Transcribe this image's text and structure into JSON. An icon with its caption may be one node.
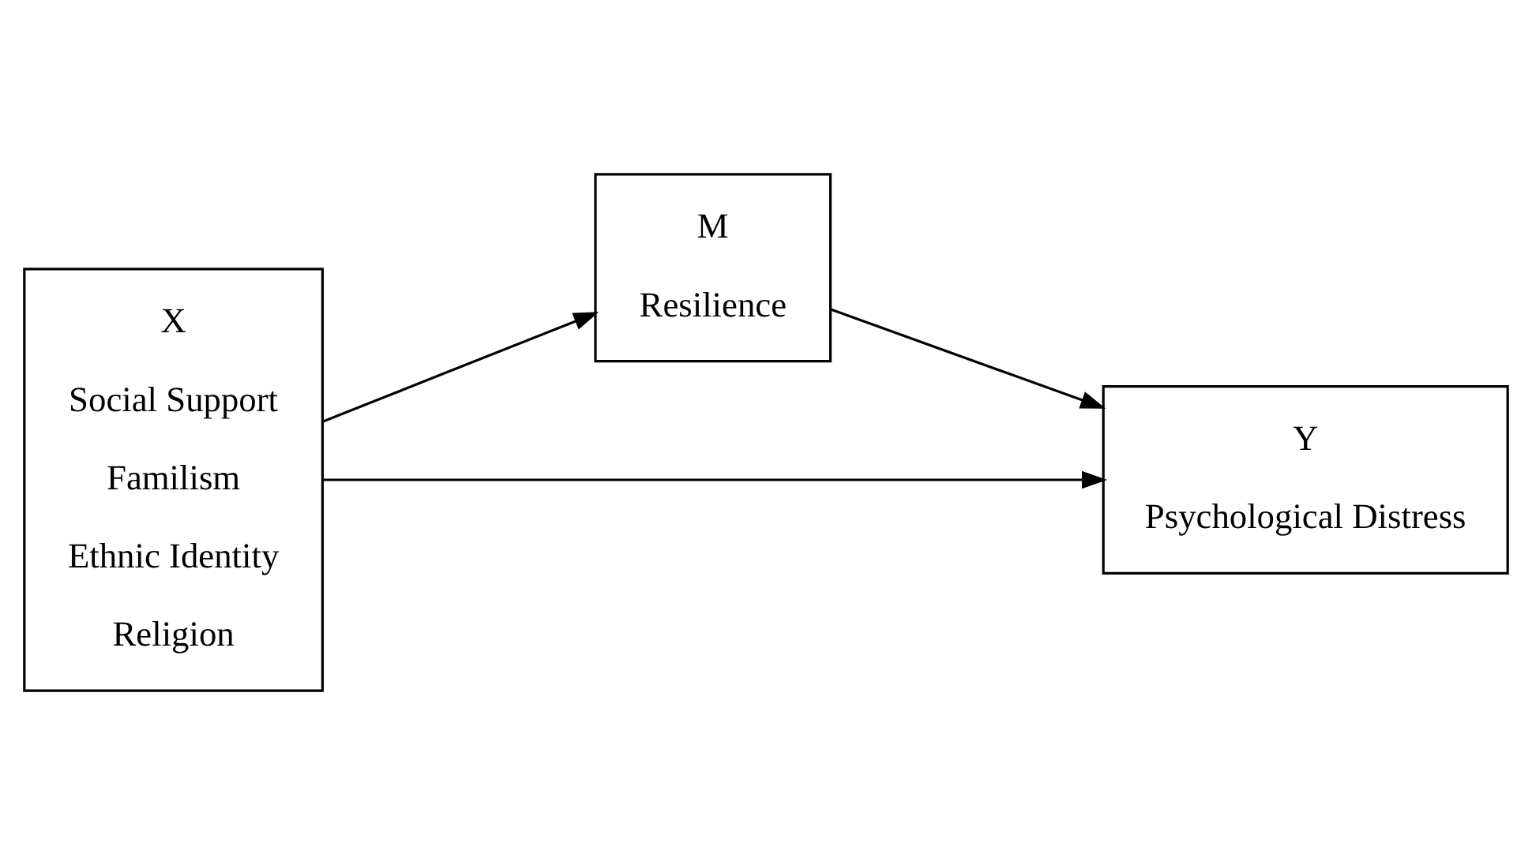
{
  "diagram": {
    "nodes": [
      {
        "text": [
          "M",
          "Resilience"
        ]
      },
      {
        "text": [
          "X",
          "Social Support",
          "Familism",
          "Ethnic Identity",
          "Religion"
        ]
      },
      {
        "text": [
          "Y",
          "Psychological Distress"
        ]
      }
    ],
    "edges": [
      {
        "from": 1,
        "to": 0,
        "arrow": "to"
      },
      {
        "from": 0,
        "to": 2,
        "arrow": "to"
      },
      {
        "from": 1,
        "to": 2,
        "arrow": "to"
      }
    ]
  }
}
